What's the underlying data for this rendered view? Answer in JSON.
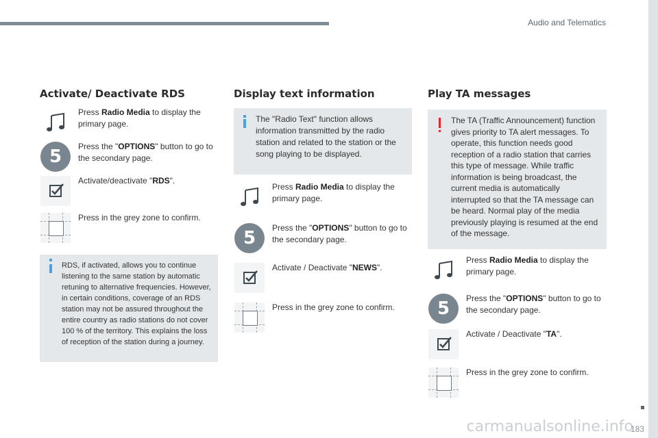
{
  "header": {
    "section": "Audio and Telematics"
  },
  "footer": {
    "page_number": "183",
    "watermark": "carmanualsonline.info"
  },
  "colors": {
    "accent_blue": "#4aa3df",
    "warning_red": "#e1262c",
    "header_grey": "#7f8b94"
  },
  "columns": [
    {
      "title": "Activate/ Deactivate RDS",
      "steps": [
        {
          "icon": "music-note-icon",
          "pre": "Press ",
          "bold": "Radio Media",
          "post": " to display the primary page."
        },
        {
          "icon": "step-number-5",
          "number": "5",
          "pre": "Press the \"",
          "bold": "OPTIONS",
          "post": "\" button to go to the secondary page."
        },
        {
          "icon": "checkbox-icon",
          "pre": "Activate/deactivate \"",
          "bold": "RDS",
          "post": "\"."
        },
        {
          "icon": "grey-zone-icon",
          "pre": "Press in the grey zone to confirm.",
          "bold": "",
          "post": ""
        }
      ],
      "note": "RDS, if activated, allows you to continue listening to the same station by automatic retuning to alternative frequencies. However, in certain conditions, coverage of an RDS station may not be assured throughout the entire country as radio stations do not cover 100 % of the territory. This explains the loss of reception of the station during a journey."
    },
    {
      "title": "Display text information",
      "note": "The \"Radio Text\" function allows information transmitted by the radio station and related to the station or the song playing to be displayed.",
      "steps": [
        {
          "icon": "music-note-icon",
          "pre": "Press ",
          "bold": "Radio Media",
          "post": " to display the primary page."
        },
        {
          "icon": "step-number-5",
          "number": "5",
          "pre": "Press the \"",
          "bold": "OPTIONS",
          "post": "\" button to go to the secondary page."
        },
        {
          "icon": "checkbox-icon",
          "pre": "Activate / Deactivate \"",
          "bold": "NEWS",
          "post": "\"."
        },
        {
          "icon": "grey-zone-icon",
          "pre": "Press in the grey zone to confirm.",
          "bold": "",
          "post": ""
        }
      ]
    },
    {
      "title": "Play TA messages",
      "note": "The TA (Traffic Announcement) function gives priority to TA alert messages. To operate, this function needs good reception of a radio station that carries this type of message. While traffic information is being broadcast, the current media is automatically interrupted so that the TA message can be heard. Normal play of the media previously playing is resumed at the end of the message.",
      "steps": [
        {
          "icon": "music-note-icon",
          "pre": "Press ",
          "bold": "Radio Media",
          "post": " to display the primary page."
        },
        {
          "icon": "step-number-5",
          "number": "5",
          "pre": "Press the \"",
          "bold": "OPTIONS",
          "post": "\" button to go to the secondary page."
        },
        {
          "icon": "checkbox-icon",
          "pre": "Activate / Deactivate \"",
          "bold": "TA",
          "post": "\"."
        },
        {
          "icon": "grey-zone-icon",
          "pre": "Press in the grey zone to confirm.",
          "bold": "",
          "post": ""
        }
      ]
    }
  ]
}
